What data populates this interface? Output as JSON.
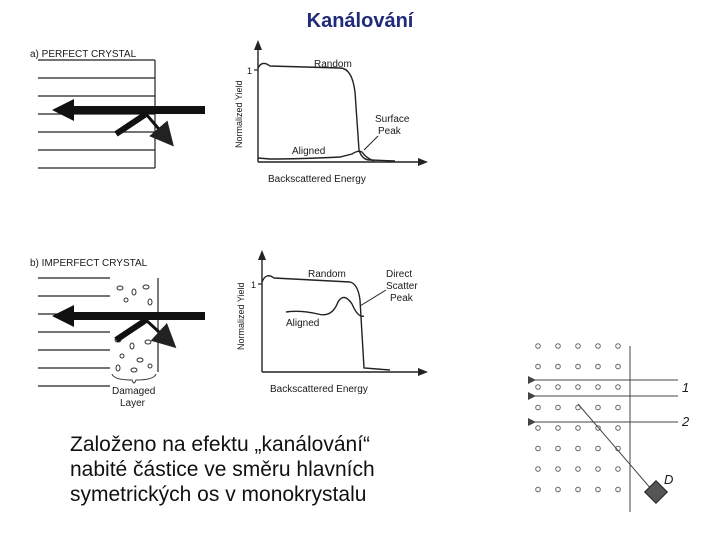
{
  "title": "Kanálování",
  "panel_a": {
    "heading": "a) PERFECT CRYSTAL",
    "y_label": "Normalized Yield",
    "y_tick": "1",
    "x_label": "Backscattered  Energy",
    "curve_random": "Random",
    "curve_aligned": "Aligned",
    "peak_label_1": "Surface",
    "peak_label_2": "Peak"
  },
  "panel_b": {
    "heading": "b) IMPERFECT CRYSTAL",
    "y_label": "Normalized Yield",
    "y_tick": "1",
    "x_label": "Backscattered  Energy",
    "curve_random": "Random",
    "curve_aligned": "Aligned",
    "peak_label_1": "Direct",
    "peak_label_2": "Scatter",
    "peak_label_3": "Peak",
    "damaged_label_1": "Damaged",
    "damaged_label_2": "Layer"
  },
  "description": "Založeno na efektu „kanálování“\nnabité částice ve směru hlavních\nsymetrických os v monokrystalu",
  "lattice": {
    "path_1": "1",
    "path_2": "2",
    "detector": "D"
  }
}
